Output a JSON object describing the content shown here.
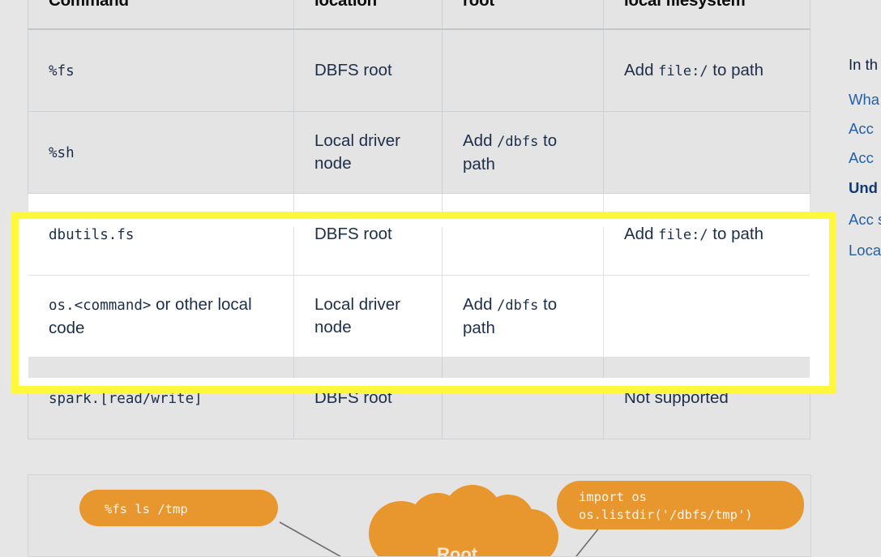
{
  "table": {
    "headers": [
      "Command",
      "location",
      "root",
      "local filesystem"
    ],
    "rows": [
      {
        "command_code": "%fs",
        "command_text": "",
        "location": "DBFS root",
        "root_pre": "",
        "root_code": "",
        "root_post": "",
        "local_pre": "Add ",
        "local_code": "file:/",
        "local_post": " to path",
        "highlighted": false
      },
      {
        "command_code": "%sh",
        "command_text": "",
        "location": "Local driver node",
        "root_pre": "Add ",
        "root_code": "/dbfs",
        "root_post": " to path",
        "local_pre": "",
        "local_code": "",
        "local_post": "",
        "highlighted": false
      },
      {
        "command_code": "dbutils.fs",
        "command_text": "",
        "location": "DBFS root",
        "root_pre": "",
        "root_code": "",
        "root_post": "",
        "local_pre": "Add ",
        "local_code": "file:/",
        "local_post": " to path",
        "highlighted": true
      },
      {
        "command_code": "os.<command>",
        "command_text": " or other local code",
        "location": "Local driver node",
        "root_pre": "Add ",
        "root_code": "/dbfs",
        "root_post": " to path",
        "local_pre": "",
        "local_code": "",
        "local_post": "",
        "highlighted": true
      },
      {
        "command_code": "spark.[read/write]",
        "command_text": "",
        "location": "DBFS root",
        "root_pre": "",
        "root_code": "",
        "root_post": "",
        "local_pre": "Not supported",
        "local_code": "",
        "local_post": "",
        "highlighted": false
      }
    ]
  },
  "toc": {
    "intro": "In th",
    "links": [
      {
        "label": "Wha",
        "active": false
      },
      {
        "label": "Acc",
        "active": false
      },
      {
        "label": "Acc",
        "active": false
      },
      {
        "label": "Und exan",
        "active": true
      },
      {
        "label": "Acc stor",
        "active": false
      },
      {
        "label": "Loca",
        "active": false
      }
    ]
  },
  "diagram": {
    "left_pill": "%fs ls /tmp",
    "right_pill_line1": "import os",
    "right_pill_line2": "os.listdir('/dbfs/tmp')",
    "cloud_label": "Root"
  },
  "colors": {
    "page_background": "#e6e6e6",
    "table_cell": "#e4e4e4",
    "highlight_row": "#ffffff",
    "highlight_border": "#fff83d",
    "link": "#2660a4",
    "link_active": "#123c6e",
    "text": "#1d2e49",
    "diagram_orange": "#e8962e",
    "connector": "#6d6d6d"
  }
}
